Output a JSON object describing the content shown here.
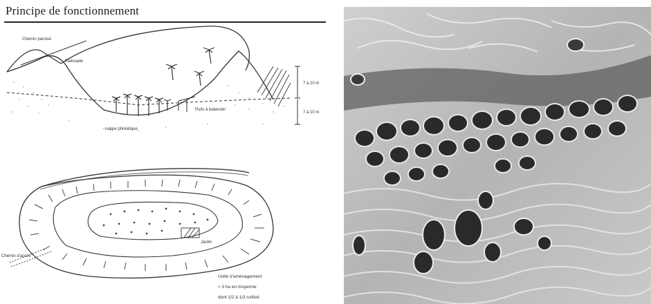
{
  "title": "Principe de fonctionnement",
  "cross_section": {
    "label_path": "Chemin paroisé",
    "label_palisade": "Palissade",
    "label_water_table": "nappe phréatique",
    "label_well": "Puits à balancier",
    "dim_upper": "7 à 10 m",
    "dim_lower": "7 à 10 m"
  },
  "plan_view": {
    "label_access": "Chemin d'accès",
    "label_garden": "Jardin",
    "note_line1": "Unité d'aménagement",
    "note_line2": "≈ 3 ha en moyenne",
    "note_line3": "dont 1/2 à 1/3 cultivé"
  },
  "photo": {
    "description_icon": "aerial-ghout-photo"
  },
  "colors": {
    "ink": "#333333",
    "photo_base": "#bdbdbd",
    "pit_dark": "#2a2a2a"
  }
}
